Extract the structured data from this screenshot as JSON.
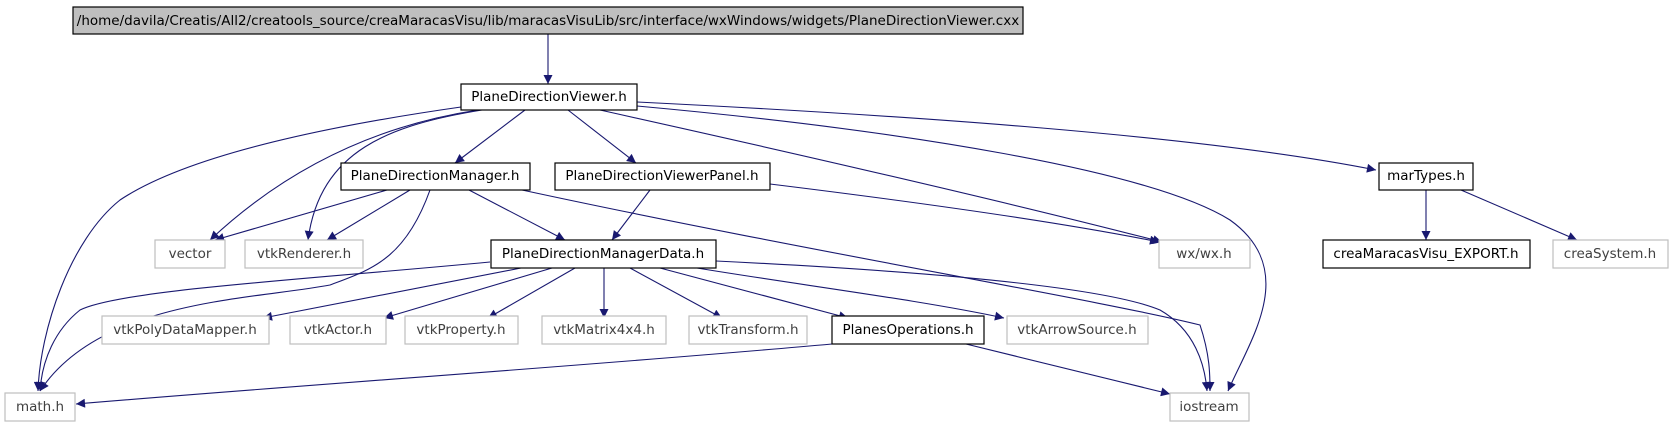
{
  "graph": {
    "title": "",
    "colors": {
      "edge": "#191970",
      "root_fill": "#bfbfbf",
      "documented_border": "#000000",
      "external_border": "#bfbfbf",
      "external_text": "#404040",
      "text": "#000000"
    },
    "nodes": [
      {
        "id": "root",
        "label": "/home/davila/Creatis/All2/creatools_source/creaMaracasVisu/lib/maracasVisuLib/src/interface/wxWindows/widgets/PlaneDirectionViewer.cxx",
        "kind": "root"
      },
      {
        "id": "viewer_h",
        "label": "PlaneDirectionViewer.h",
        "kind": "documented"
      },
      {
        "id": "manager_h",
        "label": "PlaneDirectionManager.h",
        "kind": "documented"
      },
      {
        "id": "viewerpanel_h",
        "label": "PlaneDirectionViewerPanel.h",
        "kind": "documented"
      },
      {
        "id": "martypes_h",
        "label": "marTypes.h",
        "kind": "documented"
      },
      {
        "id": "vector",
        "label": "vector",
        "kind": "external"
      },
      {
        "id": "vtkrenderer_h",
        "label": "vtkRenderer.h",
        "kind": "external"
      },
      {
        "id": "managerdata_h",
        "label": "PlaneDirectionManagerData.h",
        "kind": "documented"
      },
      {
        "id": "wx_h",
        "label": "wx/wx.h",
        "kind": "external"
      },
      {
        "id": "export_h",
        "label": "creaMaracasVisu_EXPORT.h",
        "kind": "documented"
      },
      {
        "id": "creasystem_h",
        "label": "creaSystem.h",
        "kind": "external"
      },
      {
        "id": "vtkpolydatamapper_h",
        "label": "vtkPolyDataMapper.h",
        "kind": "external"
      },
      {
        "id": "vtkactor_h",
        "label": "vtkActor.h",
        "kind": "external"
      },
      {
        "id": "vtkproperty_h",
        "label": "vtkProperty.h",
        "kind": "external"
      },
      {
        "id": "vtkmatrix4x4_h",
        "label": "vtkMatrix4x4.h",
        "kind": "external"
      },
      {
        "id": "vtktransform_h",
        "label": "vtkTransform.h",
        "kind": "external"
      },
      {
        "id": "planesoperations_h",
        "label": "PlanesOperations.h",
        "kind": "documented"
      },
      {
        "id": "vtkarrowsource_h",
        "label": "vtkArrowSource.h",
        "kind": "external"
      },
      {
        "id": "math_h",
        "label": "math.h",
        "kind": "external"
      },
      {
        "id": "iostream",
        "label": "iostream",
        "kind": "external"
      }
    ],
    "edges": [
      {
        "from": "root",
        "to": "viewer_h"
      },
      {
        "from": "viewer_h",
        "to": "manager_h"
      },
      {
        "from": "viewer_h",
        "to": "viewerpanel_h"
      },
      {
        "from": "viewer_h",
        "to": "martypes_h"
      },
      {
        "from": "viewer_h",
        "to": "vector"
      },
      {
        "from": "viewer_h",
        "to": "vtkrenderer_h"
      },
      {
        "from": "viewer_h",
        "to": "wx_h"
      },
      {
        "from": "viewer_h",
        "to": "math_h"
      },
      {
        "from": "viewer_h",
        "to": "iostream"
      },
      {
        "from": "manager_h",
        "to": "vector"
      },
      {
        "from": "manager_h",
        "to": "vtkrenderer_h"
      },
      {
        "from": "manager_h",
        "to": "managerdata_h"
      },
      {
        "from": "manager_h",
        "to": "math_h"
      },
      {
        "from": "manager_h",
        "to": "iostream"
      },
      {
        "from": "viewerpanel_h",
        "to": "managerdata_h"
      },
      {
        "from": "viewerpanel_h",
        "to": "wx_h"
      },
      {
        "from": "martypes_h",
        "to": "export_h"
      },
      {
        "from": "martypes_h",
        "to": "creasystem_h"
      },
      {
        "from": "managerdata_h",
        "to": "vtkpolydatamapper_h"
      },
      {
        "from": "managerdata_h",
        "to": "vtkactor_h"
      },
      {
        "from": "managerdata_h",
        "to": "vtkproperty_h"
      },
      {
        "from": "managerdata_h",
        "to": "vtkmatrix4x4_h"
      },
      {
        "from": "managerdata_h",
        "to": "vtktransform_h"
      },
      {
        "from": "managerdata_h",
        "to": "planesoperations_h"
      },
      {
        "from": "managerdata_h",
        "to": "vtkarrowsource_h"
      },
      {
        "from": "managerdata_h",
        "to": "math_h"
      },
      {
        "from": "managerdata_h",
        "to": "iostream"
      },
      {
        "from": "planesoperations_h",
        "to": "math_h"
      },
      {
        "from": "planesoperations_h",
        "to": "iostream"
      }
    ]
  }
}
